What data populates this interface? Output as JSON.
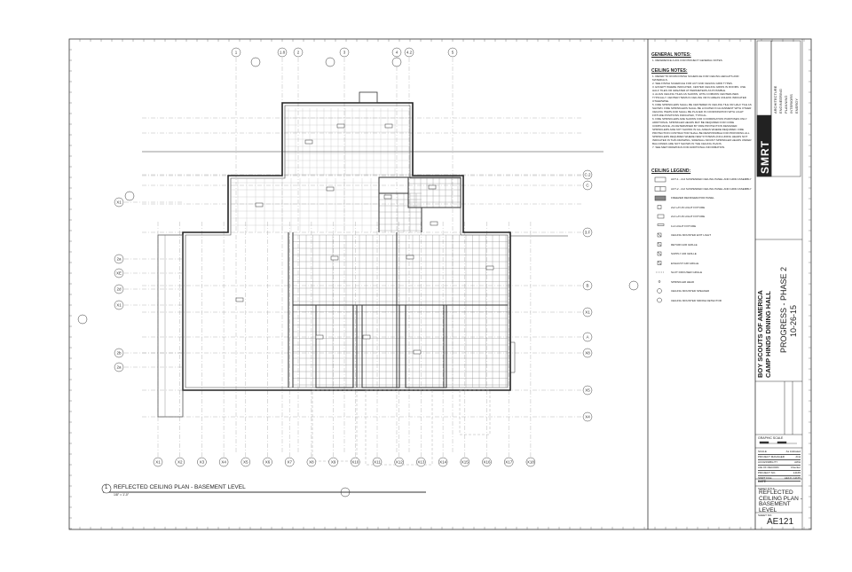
{
  "project": {
    "client": "BOY SCOUTS OF AMERICA",
    "building": "CAMP HINDS DINING HALL",
    "status": "PROGRESS - PHASE 2",
    "date": "10-26-15"
  },
  "firm": {
    "logo_text": "SMRT",
    "disciplines": [
      "ARCHITECTURE",
      "ENGINEERING",
      "PLANNING",
      "INTERIORS",
      "ENERGY"
    ]
  },
  "drawing": {
    "number": "1",
    "title": "REFLECTED CEILING PLAN - BASEMENT LEVEL",
    "scale": "1/8\" = 1'-0\""
  },
  "title_block": {
    "graphic_scale_label": "GRAPHIC SCALE",
    "sheet_title_label": "SHEET TITLE",
    "sheet_title_lines": [
      "REFLECTED",
      "CEILING PLAN -",
      "BASEMENT",
      "LEVEL"
    ],
    "sheet_no_label": "SHEET NO.",
    "sheet_number": "AE121",
    "info_rows": [
      {
        "label": "SCALE",
        "value": "As indicated"
      },
      {
        "label": "PROJECT MANAGER",
        "value": "JCH"
      },
      {
        "label": "ACCESSIBILITY",
        "value": "AWH"
      },
      {
        "label": "AIE OF RECORD",
        "value": "Checker"
      },
      {
        "label": "PROJECT NO.",
        "value": "14165"
      },
      {
        "label": "SMRT FILE",
        "value": "AE121.14165"
      }
    ],
    "date_label": "DATE"
  },
  "general_notes": {
    "heading": "GENERAL NOTES:",
    "items": [
      "1. REFERENCE A-001 FOR PROJECT GENERAL NOTES."
    ]
  },
  "ceiling_notes": {
    "heading": "CEILING NOTES:",
    "items": [
      "1. REFER TO ROOM FINISH SCHEDULE FOR CEILING HEIGHTS AND MATERIALS.",
      "2. SEE FINISH SCHEDULE FOR ACT AND CEILING GRID TYPES.",
      "3. EXCEPT WHERE INDICATED, CENTER CEILING GRIDS IN ROOMS. USE HALF TILES OR GREATER AT PERIMETERS AS POSSIBLE.",
      "4. ALIGN CEILING TILES AS SHOWN, WITH COMMON CENTERLINES TYPICALLY. CENTER ITEMS IN CEILING OR IN AREAS UNLESS INDICATED OTHERWISE.",
      "5. FIRE SPRINKLERS SHALL BE CENTERED IN CEILING TILE OR HALF TILE AS SHOWN. FIRE SPRINKLERS SHALL BE LOCATED IN ALIGNMENT WITH OTHER CEILING ITEMS AND SHALL BE PLACED IN COORDINATION WITH LIGHT FIXTURE POSITIONS INDICATED, TYPICAL.",
      "6. FIRE SPRINKLERS ARE SHOWN FOR COORDINATION PURPOSES ONLY. ADDITIONAL SPRINKLER HEADS MAY BE REQUIRED FOR CODE COMPLIANCE, AS DETERMINED BY FIRE PROTECTION DESIGNER. SPRINKLERS ARE NOT SHOWN IN ALL AREAS WHERE REQUIRED. FIRE PROTECTION CONTRACTOR SHALL BE RESPONSIBLE FOR PROVIDING ALL SPRINKLERS REQUIRED WHERE NEW SYSTEMS (INCLUDING HEADS NOT INDICATED IN THIS DRAWING, SIDEWALL MOUNT SPRINKLER HEADS UNDER BALCONIES ARE NOT SHOWN IN THE CEILING PLANS.",
      "7. SEE MEP DRAWINGS FOR ADDITIONAL INFORMATION."
    ]
  },
  "ceiling_legend": {
    "heading": "CEILING LEGEND:",
    "items": [
      {
        "icon": "act-1-icon",
        "label": "ACT-1 - 2x4 SUSPENDED CEILING PANEL AND GRID ASSEMBLY"
      },
      {
        "icon": "act-2-icon",
        "label": "ACT-2 - 2x2 SUSPENDED CEILING PANEL AND GRID ASSEMBLY"
      },
      {
        "icon": "frp-panel-icon",
        "label": "FREEZER REFRIGERATOR PANEL"
      },
      {
        "icon": "2x2-light-icon",
        "label": "2x2 LAY-IN LIGHT FIXTURE"
      },
      {
        "icon": "2x4-light-icon",
        "label": "2x4 LAY-IN LIGHT FIXTURE"
      },
      {
        "icon": "1x4-light-icon",
        "label": "1x4 LIGHT FIXTURE"
      },
      {
        "icon": "exit-light-icon",
        "label": "CEILING MOUNTED EXIT LIGHT"
      },
      {
        "icon": "return-grille-icon",
        "label": "RETURN AIR GRILLE"
      },
      {
        "icon": "supply-grille-icon",
        "label": "SUPPLY AIR GRILLE"
      },
      {
        "icon": "exhaust-grille-icon",
        "label": "EXHAUST AIR GRILLE"
      },
      {
        "icon": "slot-diffuser-icon",
        "label": "SLOT DIFFUSER GRILLE"
      },
      {
        "icon": "sprinkler-icon",
        "label": "SPRINKLER HEAD"
      },
      {
        "icon": "speaker-icon",
        "label": "CEILING MOUNTED SPEAKER"
      },
      {
        "icon": "smoke-detector-icon",
        "label": "CEILING MOUNTED SMOKE DETECTOR"
      }
    ]
  },
  "grid": {
    "top_bubbles": [
      "1",
      "1.8",
      "2",
      "3",
      "4",
      "4.2",
      "5"
    ],
    "bottom_bubbles": [
      "X1",
      "X2",
      "X3",
      "X4",
      "X5",
      "X6",
      "X7",
      "X8",
      "X9",
      "X10",
      "X11",
      "X12",
      "X13",
      "X14",
      "X15",
      "X16",
      "X17",
      "X18"
    ],
    "right_bubbles": [
      "C.2",
      "C",
      "3.F",
      "B",
      "X1",
      "A",
      "X8",
      "X5",
      "X4"
    ],
    "left_bubbles": [
      "X1",
      "2a",
      "XE",
      "2d",
      "X1",
      "2b",
      "2a"
    ]
  }
}
